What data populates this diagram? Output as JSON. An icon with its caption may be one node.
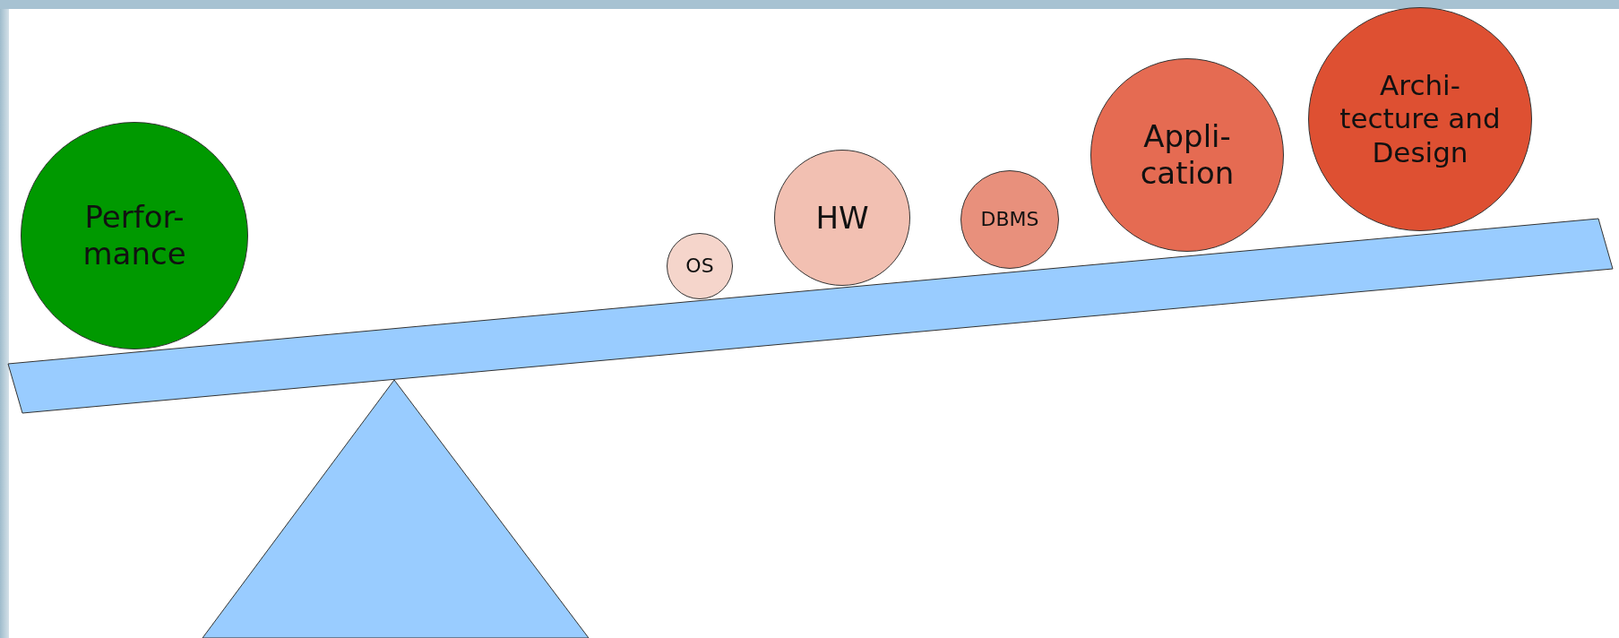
{
  "diagram": {
    "nodes": [
      {
        "text": [
          "Perfor-mance"
        ]
      },
      {
        "text": [
          "OS"
        ]
      },
      {
        "text": [
          "HW"
        ]
      },
      {
        "text": [
          "DBMS"
        ]
      },
      {
        "text": [
          "Appli-cation"
        ]
      },
      {
        "text": [
          "Archi-tecture and Design"
        ]
      }
    ],
    "edges": []
  }
}
